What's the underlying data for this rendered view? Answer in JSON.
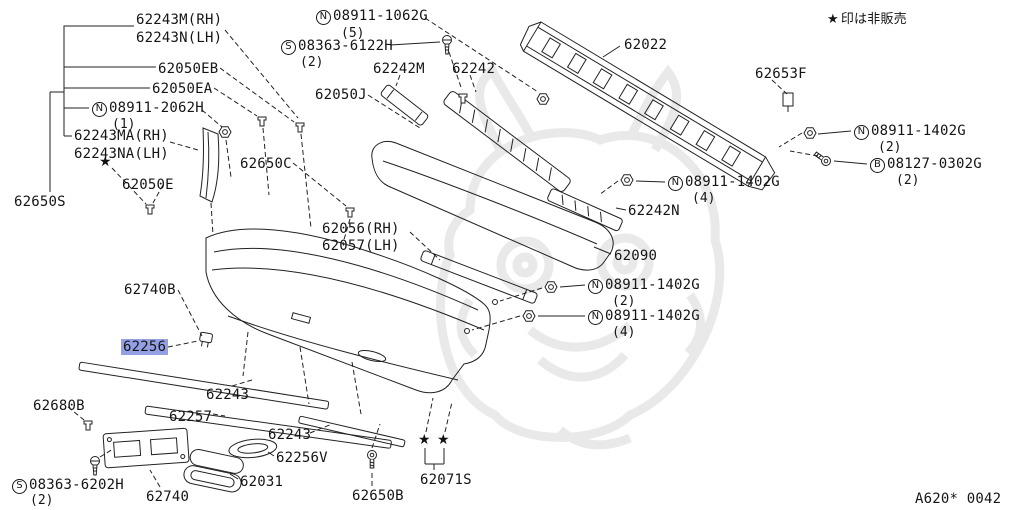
{
  "colors": {
    "highlight": "#95a0e4",
    "line": "#222222",
    "watermark": "#d8d8d8"
  },
  "symbols": {
    "star": "★"
  },
  "legend": {
    "note": "印は非販売"
  },
  "footer": {
    "code": "A620* 0042"
  },
  "labels": [
    {
      "text": "62243M(RH)"
    },
    {
      "text": "62243N(LH)"
    },
    {
      "prefix": "N",
      "text": "08911-1062G",
      "sub": "(5)"
    },
    {
      "prefix": "S",
      "text": "08363-6122H",
      "sub": "(2)"
    },
    {
      "text": "62050EB"
    },
    {
      "text": "62050EA"
    },
    {
      "text": "62242M"
    },
    {
      "text": "62242"
    },
    {
      "text": "62050J"
    },
    {
      "text": "62022"
    },
    {
      "text": "62653F"
    },
    {
      "prefix": "N",
      "text": "08911-2062H",
      "sub": "(1)"
    },
    {
      "text": "62243MA(RH)"
    },
    {
      "text": "62243NA(LH)"
    },
    {
      "prefix": "N",
      "text": "08911-1402G",
      "sub": "(2)"
    },
    {
      "prefix": "B",
      "text": "08127-0302G",
      "sub": "(2)"
    },
    {
      "text": "62650C"
    },
    {
      "text": "62050E"
    },
    {
      "prefix": "N",
      "text": "08911-1402G",
      "sub": "(4)"
    },
    {
      "text": "62650S"
    },
    {
      "text": "62242N"
    },
    {
      "text": "62056(RH)"
    },
    {
      "text": "62057(LH)"
    },
    {
      "text": "62090"
    },
    {
      "prefix": "N",
      "text": "08911-1402G",
      "sub": "(2)"
    },
    {
      "prefix": "N",
      "text": "08911-1402G",
      "sub": "(4)"
    },
    {
      "text": "62740B"
    },
    {
      "text": "62256",
      "highlight": true
    },
    {
      "text": "62680B"
    },
    {
      "text": "62243"
    },
    {
      "text": "62257"
    },
    {
      "text": "62243"
    },
    {
      "text": "62256V"
    },
    {
      "prefix": "S",
      "text": "08363-6202H",
      "sub": "(2)"
    },
    {
      "text": "62740"
    },
    {
      "text": "62031"
    },
    {
      "text": "62650B"
    },
    {
      "text": "62071S"
    }
  ]
}
